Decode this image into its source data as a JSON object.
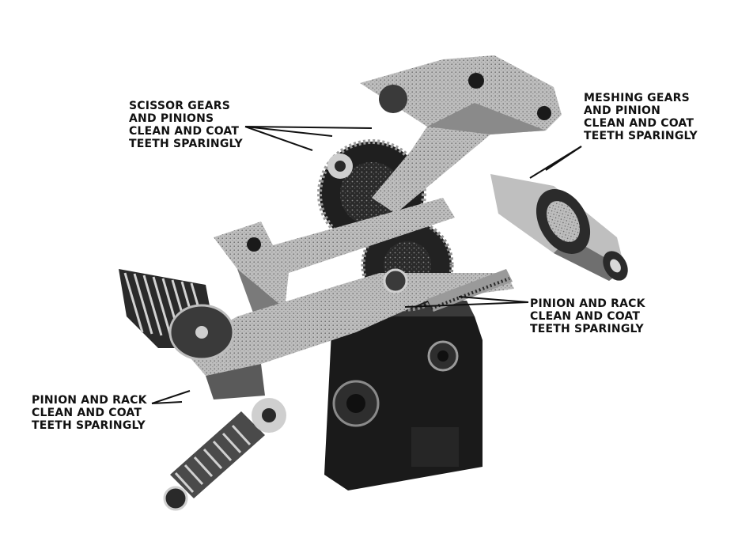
{
  "callouts": {
    "scissor_gears": [
      "SCISSOR GEARS",
      "AND PINIONS",
      "CLEAN AND COAT",
      "TEETH SPARINGLY"
    ],
    "meshing_gears": [
      "MESHING GEARS",
      "AND PINION",
      "CLEAN AND COAT",
      "TEETH SPARINGLY"
    ],
    "pinion_rack_right": [
      "PINION AND RACK",
      "CLEAN AND COAT",
      "TEETH SPARINGLY"
    ],
    "pinion_rack_left": [
      "PINION AND RACK",
      "CLEAN AND COAT",
      "TEETH SPARINGLY"
    ]
  },
  "colors": {
    "ink": "#111111",
    "metal_dark": "#1c1c1c",
    "metal_mid": "#6a6a6a",
    "metal_light": "#c9c9c9"
  }
}
